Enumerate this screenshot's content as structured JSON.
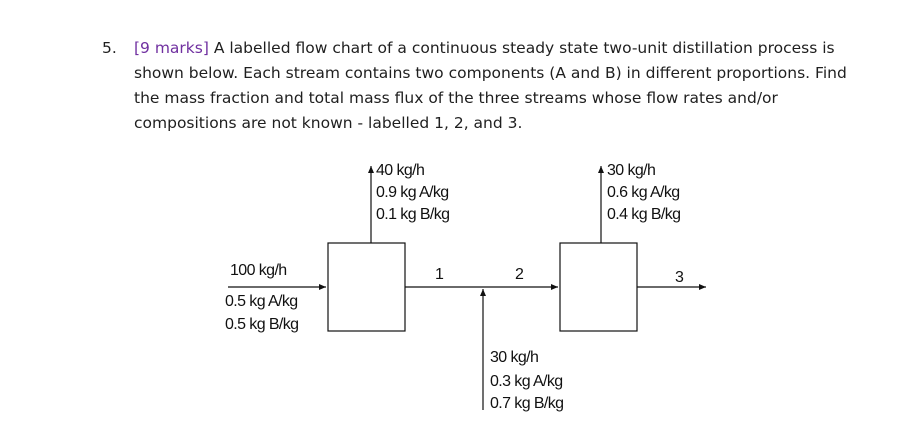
{
  "question": {
    "number": "5.",
    "marks": "[9 marks]",
    "lines": [
      "A labelled flow chart of a continuous steady state two-unit distillation process is",
      "shown below. Each stream contains two components (A and B) in different proportions. Find",
      "the mass fraction and total mass flux of the three streams whose flow rates and/or",
      "compositions are not known - labelled 1, 2, and 3."
    ]
  },
  "diagram": {
    "feed": {
      "flow": "100 kg/h",
      "a": "0.5 kg A/kg",
      "b": "0.5 kg B/kg"
    },
    "top1": {
      "flow": "40 kg/h",
      "a": "0.9 kg A/kg",
      "b": "0.1 kg B/kg"
    },
    "top2": {
      "flow": "30 kg/h",
      "a": "0.6 kg A/kg",
      "b": "0.4 kg B/kg"
    },
    "side": {
      "flow": "30 kg/h",
      "a": "0.3 kg A/kg",
      "b": "0.7 kg B/kg"
    },
    "stream_labels": [
      "1",
      "2",
      "3"
    ]
  }
}
